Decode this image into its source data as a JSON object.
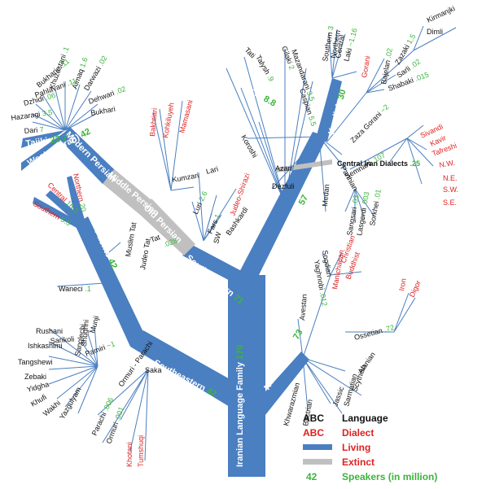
{
  "colors": {
    "living": "#4a7fc1",
    "extinct": "#c0c0c0",
    "language": "#111111",
    "dialect": "#e02020",
    "speakers": "#3cb43c",
    "white": "#ffffff"
  },
  "root": {
    "name": "Iranian Language Family",
    "speakers": "170"
  },
  "branches": [
    {
      "name": "Northwestern",
      "speakers": "57"
    },
    {
      "name": "Southwestern",
      "speakers": "71"
    },
    {
      "name": "Southeastern",
      "speakers": "42"
    },
    {
      "name": "Northeastern",
      "speakers": "73"
    },
    {
      "name": "Pashto",
      "speakers": "42"
    },
    {
      "name": "Kurdish",
      "speakers": "30"
    },
    {
      "name": "Modern Persian",
      "speakers": ""
    },
    {
      "name": "Middle Persian",
      "speakers": ""
    },
    {
      "name": "Old Persian",
      "speakers": ""
    }
  ],
  "languages": [
    {
      "name": "Western(Iran)",
      "speakers": "42",
      "type": "living"
    },
    {
      "name": "Tajiki",
      "speakers": "22.7",
      "type": "living"
    },
    {
      "name": "Dari",
      "speakers": "7",
      "type": "living"
    },
    {
      "name": "Hazaragi",
      "speakers": "3.5",
      "type": "living"
    },
    {
      "name": "Dzhidi",
      "speakers": ".06",
      "type": "living"
    },
    {
      "name": "Pahlavani",
      "speakers": ".11",
      "type": "living"
    },
    {
      "name": "Bukharic",
      "speakers": ".11",
      "type": "living"
    },
    {
      "name": "Khuzestani",
      "speakers": ".1",
      "type": "living"
    },
    {
      "name": "Aimaq",
      "speakers": "1.6",
      "type": "living"
    },
    {
      "name": "Darwazi",
      "speakers": ".02",
      "type": "living"
    },
    {
      "name": "Dehwari",
      "speakers": ".02",
      "type": "living"
    },
    {
      "name": "Bukhari",
      "speakers": "",
      "type": "living"
    },
    {
      "name": "Kumzari",
      "speakers": "",
      "type": "living"
    },
    {
      "name": "Luri",
      "speakers": "2.6",
      "type": "living"
    },
    {
      "name": "Lari",
      "speakers": "",
      "type": "living"
    },
    {
      "name": "Fars",
      "speakers": "1",
      "type": "living"
    },
    {
      "name": "SW",
      "speakers": "",
      "type": "living"
    },
    {
      "name": "Bashkardi",
      "speakers": "",
      "type": "living"
    },
    {
      "name": "Tat",
      "speakers": ".028",
      "type": "living"
    },
    {
      "name": "Muslim Tat",
      "speakers": "",
      "type": "living"
    },
    {
      "name": "Judeo Tat",
      "speakers": "",
      "type": "living"
    },
    {
      "name": "Waneci",
      "speakers": ".1",
      "type": "living"
    },
    {
      "name": "Pamiri",
      "speakers": "~1",
      "type": "living"
    },
    {
      "name": "Sarikoli",
      "speakers": "",
      "type": "living"
    },
    {
      "name": "Rushani",
      "speakers": "",
      "type": "living"
    },
    {
      "name": "Ishkashimi",
      "speakers": "",
      "type": "living"
    },
    {
      "name": "Tangshewi",
      "speakers": "",
      "type": "living"
    },
    {
      "name": "Zebaki",
      "speakers": "",
      "type": "living"
    },
    {
      "name": "Yidgha",
      "speakers": "",
      "type": "living"
    },
    {
      "name": "Khufi",
      "speakers": "",
      "type": "living"
    },
    {
      "name": "Wakhi",
      "speakers": "",
      "type": "living"
    },
    {
      "name": "Yazgulyam",
      "speakers": "",
      "type": "living"
    },
    {
      "name": "Sanglechi",
      "speakers": "",
      "type": "living"
    },
    {
      "name": "Shughni",
      "speakers": "",
      "type": "living"
    },
    {
      "name": "Munji",
      "speakers": "",
      "type": "living"
    },
    {
      "name": "Saka",
      "speakers": "",
      "type": "extinct"
    },
    {
      "name": "Ormuri",
      "speakers": ".001",
      "type": "living"
    },
    {
      "name": "Parachi",
      "speakers": ".006",
      "type": "living"
    },
    {
      "name": "Ormuri - Parachi",
      "speakers": "",
      "type": "living"
    },
    {
      "name": "Balochi",
      "speakers": "8.8",
      "type": "living"
    },
    {
      "name": "Koroshi",
      "speakers": "",
      "type": "living"
    },
    {
      "name": "Talysh",
      "speakers": ".9",
      "type": "living"
    },
    {
      "name": "Tati",
      "speakers": "",
      "type": "living"
    },
    {
      "name": "Gilaki",
      "speakers": "2",
      "type": "living"
    },
    {
      "name": "Mazandarani",
      "speakers": "3.5",
      "type": "living"
    },
    {
      "name": "Caspian",
      "speakers": "5.5",
      "type": "living"
    },
    {
      "name": "Azari",
      "speakers": "",
      "type": "extinct"
    },
    {
      "name": "Dezfuli",
      "speakers": "",
      "type": "living"
    },
    {
      "name": "Medan",
      "speakers": "",
      "type": "living"
    },
    {
      "name": "Parthian",
      "speakers": "",
      "type": "extinct"
    },
    {
      "name": "Zaza Gorani",
      "speakers": "~2",
      "type": "living"
    },
    {
      "name": "Kirmanjki",
      "speakers": "",
      "type": "living"
    },
    {
      "name": "Dimli",
      "speakers": "",
      "type": "living"
    },
    {
      "name": "Laki",
      "speakers": "~1.16",
      "type": "living"
    },
    {
      "name": "Southern",
      "speakers": "3",
      "type": "living"
    },
    {
      "name": "Central",
      "speakers": "",
      "type": "living"
    },
    {
      "name": "Northern",
      "speakers": "",
      "type": "living"
    },
    {
      "name": "Bajelan",
      "speakers": ".02",
      "type": "living"
    },
    {
      "name": "Zazaki",
      "speakers": "1.5",
      "type": "living"
    },
    {
      "name": "Sarli",
      "speakers": ".02",
      "type": "living"
    },
    {
      "name": "Shabaki",
      "speakers": ".015",
      "type": "living"
    },
    {
      "name": "Central Iran Dialects",
      "speakers": ".25",
      "type": "living"
    },
    {
      "name": "Semnani",
      "speakers": ".107",
      "type": "living"
    },
    {
      "name": "Sangsari",
      "speakers": ".03",
      "type": "living"
    },
    {
      "name": "Lasgerdi",
      "speakers": ".003",
      "type": "living"
    },
    {
      "name": "Sorkhei",
      "speakers": ".01",
      "type": "living"
    },
    {
      "name": "Yaghnobi",
      "speakers": ".012",
      "type": "living"
    },
    {
      "name": "Sogdian",
      "speakers": "",
      "type": "extinct"
    },
    {
      "name": "Ossetian",
      "speakers": ".72",
      "type": "living"
    },
    {
      "name": "Avestan",
      "speakers": "",
      "type": "extinct"
    },
    {
      "name": "Khwarazmian",
      "speakers": "",
      "type": "extinct"
    },
    {
      "name": "Bactrian",
      "speakers": "",
      "type": "extinct"
    },
    {
      "name": "Jassic",
      "speakers": "",
      "type": "extinct"
    },
    {
      "name": "Sarmatian",
      "speakers": "",
      "type": "extinct"
    },
    {
      "name": "Scythian",
      "speakers": "",
      "type": "extinct"
    },
    {
      "name": "Alanian",
      "speakers": "",
      "type": "extinct"
    }
  ],
  "dialects": [
    "Bakhtiari",
    "Kohkiluyeh",
    "Mamasani",
    "Judeo-Shirazi",
    "Southern",
    "Central",
    "Northern",
    "Khotani",
    "Tumshuqi",
    "Sivandi",
    "Kavir",
    "Tafreshi",
    "N.W.",
    "N.E.",
    "S.W.",
    "S.E.",
    "Christian",
    "Buddhist",
    "Manichaean",
    "Iron",
    "Digor",
    "Gorani"
  ],
  "pashto_dialects": [
    {
      "name": "Southern",
      "speakers": "5.5"
    },
    {
      "name": "Central",
      "speakers": "16.3"
    },
    {
      "name": "Northern",
      "speakers": "20"
    }
  ],
  "legend": [
    {
      "sample": "ABC",
      "label": "Language",
      "kind": "language"
    },
    {
      "sample": "ABC",
      "label": "Dialect",
      "kind": "dialect"
    },
    {
      "sample": "",
      "label": "Living",
      "kind": "living"
    },
    {
      "sample": "",
      "label": "Extinct",
      "kind": "extinct"
    },
    {
      "sample": "42",
      "label": "Speakers (in million)",
      "kind": "speakers"
    }
  ]
}
